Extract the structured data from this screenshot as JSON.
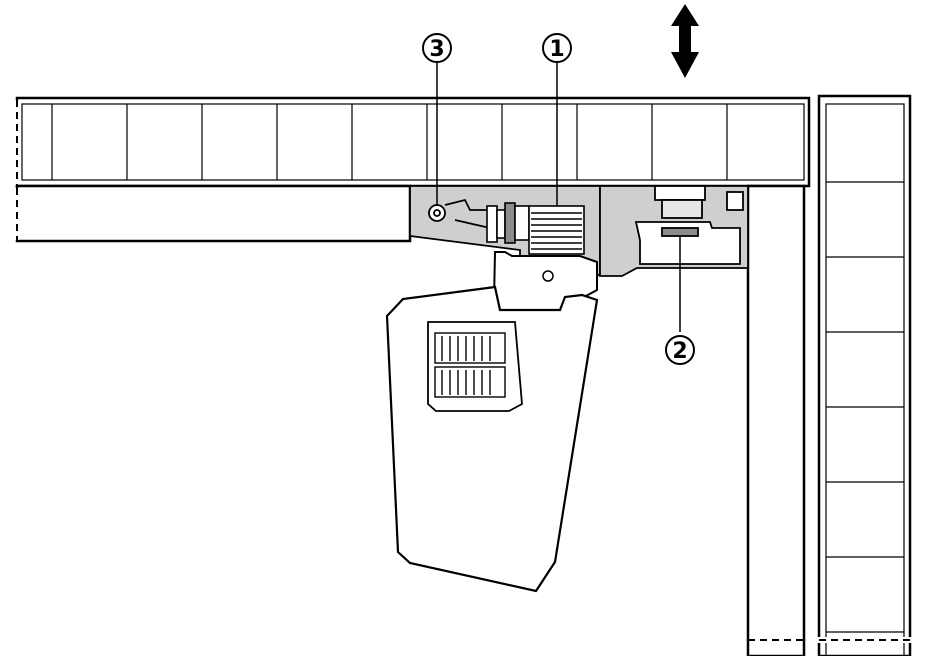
{
  "diagram": {
    "callouts": [
      {
        "id": "1",
        "label": "1"
      },
      {
        "id": "2",
        "label": "2"
      },
      {
        "id": "3",
        "label": "3"
      }
    ],
    "colors": {
      "line": "#000000",
      "fill_white": "#ffffff",
      "fill_grey": "#cfcfcf",
      "fill_dark_grey": "#8c8c8c"
    },
    "icons": [
      "double-arrow-vertical-icon"
    ]
  }
}
